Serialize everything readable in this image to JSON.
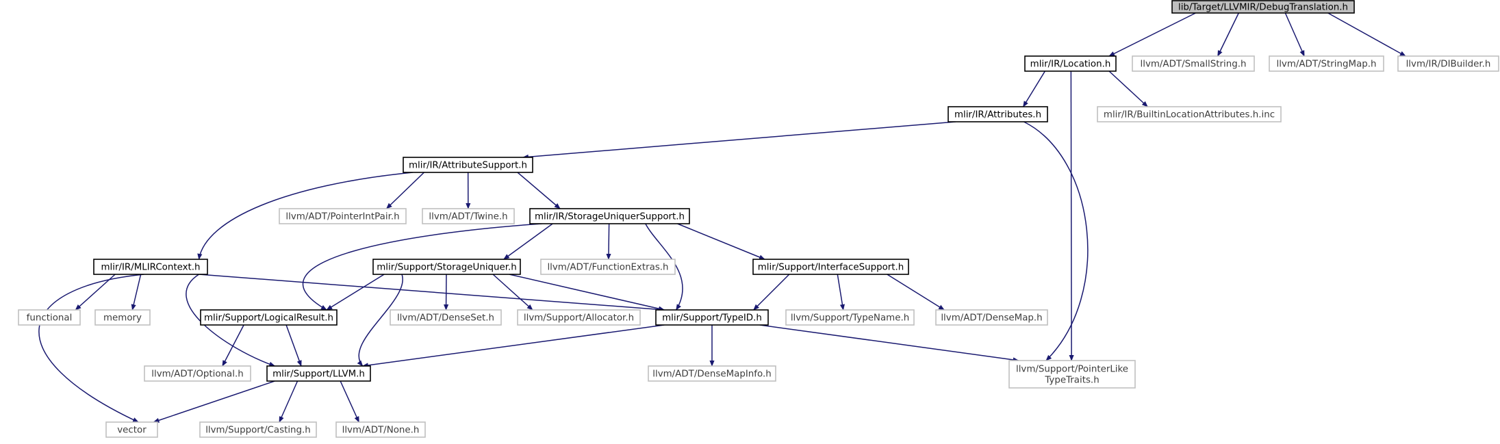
{
  "nodes": [
    {
      "id": "n0",
      "label": "lib/Target/LLVMIR/DebugTranslation.h",
      "kind": "root"
    },
    {
      "id": "n1",
      "label": "mlir/IR/Location.h",
      "kind": "main"
    },
    {
      "id": "n2",
      "label": "llvm/ADT/SmallString.h",
      "kind": "ext"
    },
    {
      "id": "n3",
      "label": "llvm/ADT/StringMap.h",
      "kind": "ext"
    },
    {
      "id": "n4",
      "label": "llvm/IR/DIBuilder.h",
      "kind": "ext"
    },
    {
      "id": "n5",
      "label": "mlir/IR/Attributes.h",
      "kind": "main"
    },
    {
      "id": "n6",
      "label": "mlir/IR/BuiltinLocationAttributes.h.inc",
      "kind": "ext"
    },
    {
      "id": "n7",
      "label": "mlir/IR/AttributeSupport.h",
      "kind": "main"
    },
    {
      "id": "n8",
      "label": "llvm/ADT/PointerIntPair.h",
      "kind": "ext"
    },
    {
      "id": "n9",
      "label": "llvm/ADT/Twine.h",
      "kind": "ext"
    },
    {
      "id": "n10",
      "label": "mlir/IR/StorageUniquerSupport.h",
      "kind": "main"
    },
    {
      "id": "n11",
      "label": "mlir/IR/MLIRContext.h",
      "kind": "main"
    },
    {
      "id": "n12",
      "label": "mlir/Support/StorageUniquer.h",
      "kind": "main"
    },
    {
      "id": "n13",
      "label": "llvm/ADT/FunctionExtras.h",
      "kind": "ext"
    },
    {
      "id": "n14",
      "label": "mlir/Support/InterfaceSupport.h",
      "kind": "main"
    },
    {
      "id": "n15",
      "label": "functional",
      "kind": "ext"
    },
    {
      "id": "n16",
      "label": "memory",
      "kind": "ext"
    },
    {
      "id": "n17",
      "label": "mlir/Support/LogicalResult.h",
      "kind": "main"
    },
    {
      "id": "n18",
      "label": "llvm/ADT/DenseSet.h",
      "kind": "ext"
    },
    {
      "id": "n19",
      "label": "llvm/Support/Allocator.h",
      "kind": "ext"
    },
    {
      "id": "n20",
      "label": "mlir/Support/TypeID.h",
      "kind": "main"
    },
    {
      "id": "n21",
      "label": "llvm/Support/TypeName.h",
      "kind": "ext"
    },
    {
      "id": "n22",
      "label": "llvm/ADT/DenseMap.h",
      "kind": "ext"
    },
    {
      "id": "n23",
      "label": "llvm/ADT/Optional.h",
      "kind": "ext"
    },
    {
      "id": "n24",
      "label": "mlir/Support/LLVM.h",
      "kind": "main"
    },
    {
      "id": "n25",
      "label": "llvm/ADT/DenseMapInfo.h",
      "kind": "ext"
    },
    {
      "id": "n26",
      "label": "llvm/Support/PointerLike\nTypeTraits.h",
      "kind": "ext"
    },
    {
      "id": "n27",
      "label": "vector",
      "kind": "ext"
    },
    {
      "id": "n28",
      "label": "llvm/Support/Casting.h",
      "kind": "ext"
    },
    {
      "id": "n29",
      "label": "llvm/ADT/None.h",
      "kind": "ext"
    }
  ],
  "edges": [
    [
      "n0",
      "n1"
    ],
    [
      "n0",
      "n2"
    ],
    [
      "n0",
      "n3"
    ],
    [
      "n0",
      "n4"
    ],
    [
      "n1",
      "n5"
    ],
    [
      "n1",
      "n6"
    ],
    [
      "n1",
      "n26"
    ],
    [
      "n5",
      "n7"
    ],
    [
      "n5",
      "n26"
    ],
    [
      "n7",
      "n11"
    ],
    [
      "n7",
      "n8"
    ],
    [
      "n7",
      "n9"
    ],
    [
      "n7",
      "n10"
    ],
    [
      "n10",
      "n17"
    ],
    [
      "n10",
      "n12"
    ],
    [
      "n10",
      "n13"
    ],
    [
      "n10",
      "n20"
    ],
    [
      "n10",
      "n14"
    ],
    [
      "n11",
      "n27"
    ],
    [
      "n11",
      "n15"
    ],
    [
      "n11",
      "n16"
    ],
    [
      "n11",
      "n24"
    ],
    [
      "n11",
      "n20"
    ],
    [
      "n12",
      "n17"
    ],
    [
      "n12",
      "n24"
    ],
    [
      "n12",
      "n18"
    ],
    [
      "n12",
      "n19"
    ],
    [
      "n12",
      "n20"
    ],
    [
      "n14",
      "n20"
    ],
    [
      "n14",
      "n21"
    ],
    [
      "n14",
      "n22"
    ],
    [
      "n17",
      "n23"
    ],
    [
      "n17",
      "n24"
    ],
    [
      "n20",
      "n24"
    ],
    [
      "n20",
      "n25"
    ],
    [
      "n20",
      "n26"
    ],
    [
      "n24",
      "n27"
    ],
    [
      "n24",
      "n28"
    ],
    [
      "n24",
      "n29"
    ]
  ],
  "colors": {
    "edge": "#191970",
    "main_border": "#000000",
    "ext_border": "#bfbfbf",
    "root_fill": "#bfbfbf"
  }
}
